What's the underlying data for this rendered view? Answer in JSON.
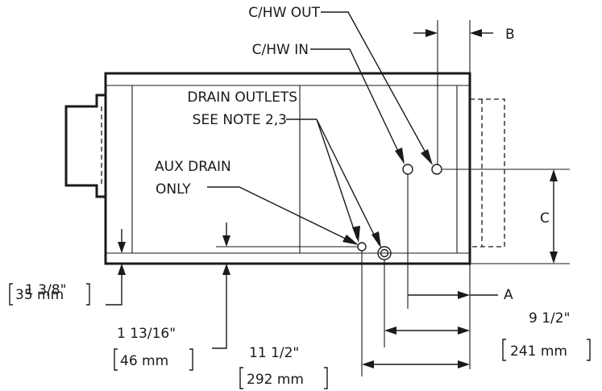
{
  "labels": {
    "chw_out": "C/HW OUT",
    "chw_in": "C/HW IN",
    "b": "B",
    "drain_outlets_1": "DRAIN OUTLETS",
    "drain_outlets_2": "SEE NOTE 2,3",
    "aux_drain_1": "AUX DRAIN",
    "aux_drain_2": "ONLY",
    "c": "C",
    "a": "A",
    "dim_9_5_in": "9 1/2\"",
    "dim_9_5_mm": "241 mm",
    "dim_1_38_in": "1 3/8\"",
    "dim_1_38_mm": "35 mm",
    "dim_1_1316_in": "1 13/16\"",
    "dim_1_1316_mm": "46 mm",
    "dim_11_5_in": "11 1/2\"",
    "dim_11_5_mm": "292 mm"
  }
}
